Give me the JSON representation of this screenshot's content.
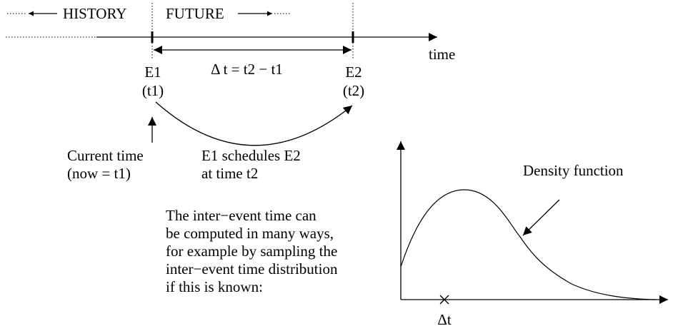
{
  "header": {
    "history_label": "HISTORY",
    "future_label": "FUTURE"
  },
  "timeline": {
    "axis_label": "time",
    "delta_label": "Δ t = t2 − t1",
    "event1": {
      "name": "E1",
      "time": "(t1)"
    },
    "event2": {
      "name": "E2",
      "time": "(t2)"
    }
  },
  "annotations": {
    "current_time_line1": "Current time",
    "current_time_line2": "(now = t1)",
    "schedules_line1": "E1 schedules E2",
    "schedules_line2": "at time t2"
  },
  "description": {
    "lines": [
      "The inter−event time can",
      "be computed in many ways,",
      "for example by sampling the",
      "inter−event time distribution",
      "if this is known:"
    ]
  },
  "density_plot": {
    "curve_label": "Density function",
    "marker_label": "Δt"
  },
  "colors": {
    "ink": "#000000",
    "background": "#ffffff"
  }
}
